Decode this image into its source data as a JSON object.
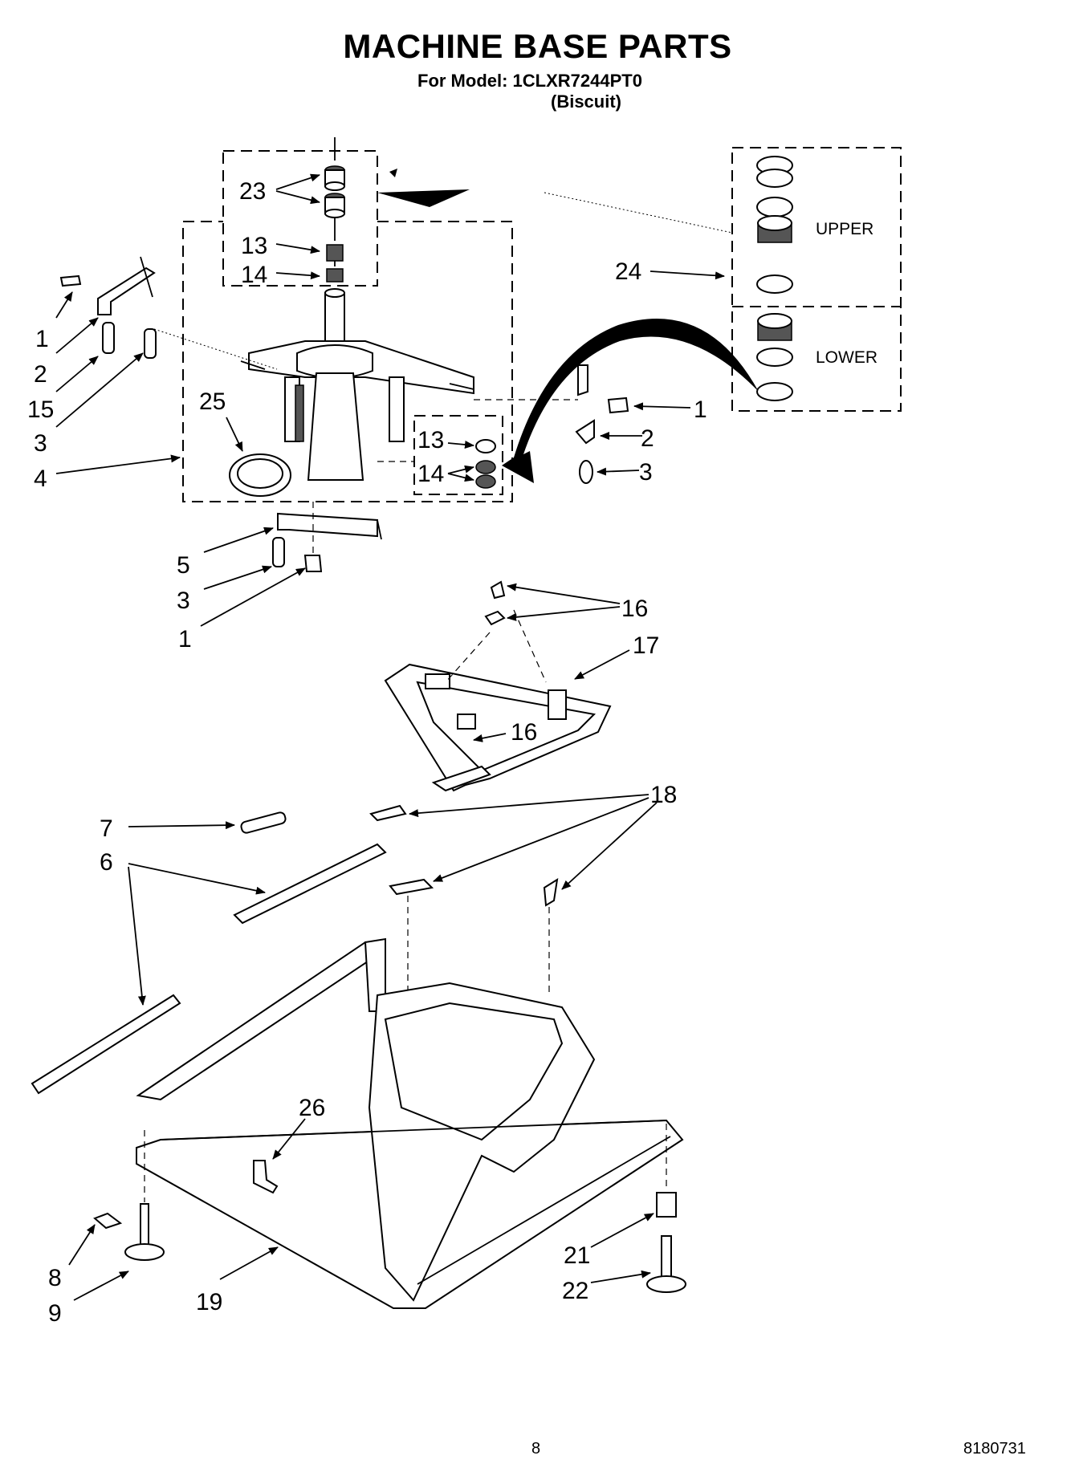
{
  "header": {
    "title": "MACHINE BASE PARTS",
    "model_line": "For Model: 1CLXR7244PT0",
    "color_line": "(Biscuit)"
  },
  "bearing_kit": {
    "upper_label": "UPPER",
    "lower_label": "LOWER"
  },
  "callouts": [
    "1",
    "2",
    "15",
    "3",
    "4",
    "23",
    "13",
    "14",
    "25",
    "24",
    "1",
    "2",
    "3",
    "13",
    "14",
    "5",
    "3",
    "1",
    "16",
    "17",
    "16",
    "18",
    "7",
    "6",
    "26",
    "8",
    "9",
    "19",
    "21",
    "22"
  ],
  "footer": {
    "page_number": "8",
    "doc_code": "8180731"
  }
}
